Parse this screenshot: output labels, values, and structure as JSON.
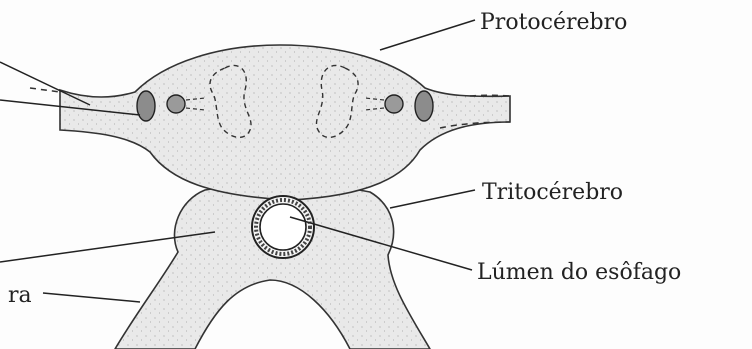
{
  "labels": {
    "protocerebro": "Protocérebro",
    "tritocerebro": "Tritocérebro",
    "lumen": "Lúmen do esôfago",
    "partial_ra": "ra"
  }
}
